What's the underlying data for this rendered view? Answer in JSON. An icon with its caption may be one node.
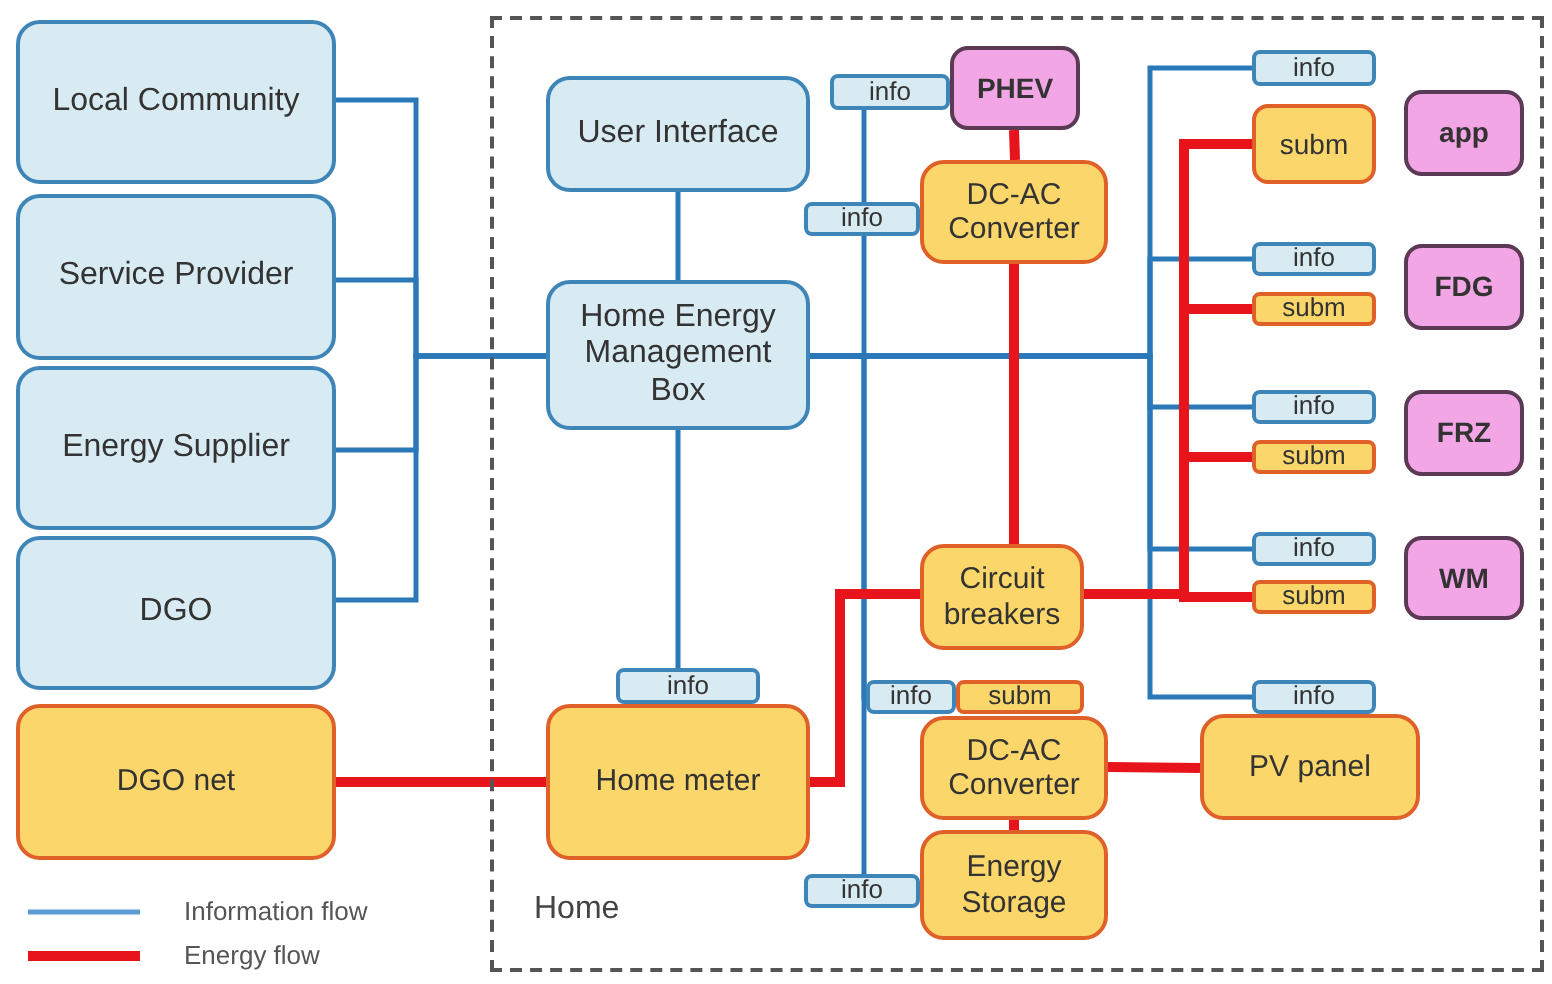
{
  "diagram": {
    "nodes": [
      {
        "text": [
          "Home"
        ]
      },
      {
        "text": [
          "Local Community"
        ]
      },
      {
        "text": [
          "Service Provider"
        ]
      },
      {
        "text": [
          "Energy Supplier"
        ]
      },
      {
        "text": [
          "DGO"
        ]
      },
      {
        "text": [
          "DGO net"
        ]
      },
      {
        "text": [
          "User Interface"
        ],
        "in": 0
      },
      {
        "text": [
          "Home Energy Management Box"
        ],
        "in": 0
      },
      {
        "text": [
          "info"
        ],
        "in": 0
      },
      {
        "text": [
          "Home meter"
        ],
        "in": 0
      },
      {
        "text": [
          "info"
        ],
        "in": 0
      },
      {
        "text": [
          "PHEV"
        ],
        "in": 0
      },
      {
        "text": [
          "info"
        ],
        "in": 0
      },
      {
        "text": [
          "DC-AC Converter"
        ],
        "in": 0
      },
      {
        "text": [
          "Circuit breakers"
        ],
        "in": 0
      },
      {
        "text": [
          "info"
        ],
        "in": 0
      },
      {
        "text": [
          "subm"
        ],
        "in": 0
      },
      {
        "text": [
          "DC-AC Converter"
        ],
        "in": 0
      },
      {
        "text": [
          "PV panel"
        ],
        "in": 0
      },
      {
        "text": [
          "info"
        ],
        "in": 0
      },
      {
        "text": [
          "Energy Storage"
        ],
        "in": 0
      },
      {
        "text": [
          "info"
        ],
        "in": 0
      },
      {
        "text": [
          "subm"
        ],
        "in": 0
      },
      {
        "text": [
          "app"
        ],
        "in": 0
      },
      {
        "text": [
          "info"
        ],
        "in": 0
      },
      {
        "text": [
          "subm"
        ],
        "in": 0
      },
      {
        "text": [
          "FDG"
        ],
        "in": 0
      },
      {
        "text": [
          "info"
        ],
        "in": 0
      },
      {
        "text": [
          "subm"
        ],
        "in": 0
      },
      {
        "text": [
          "FRZ"
        ],
        "in": 0
      },
      {
        "text": [
          "info"
        ],
        "in": 0
      },
      {
        "text": [
          "subm"
        ],
        "in": 0
      },
      {
        "text": [
          "WM"
        ],
        "in": 0
      },
      {
        "text": [
          "info"
        ],
        "in": 0
      }
    ],
    "edges": [
      {
        "from": 1,
        "to": 7,
        "arrow": "none"
      },
      {
        "from": 2,
        "to": 7,
        "arrow": "none"
      },
      {
        "from": 3,
        "to": 7,
        "arrow": "none"
      },
      {
        "from": 4,
        "to": 7,
        "arrow": "none"
      },
      {
        "from": 6,
        "to": 7,
        "arrow": "none"
      },
      {
        "from": 7,
        "to": 8,
        "arrow": "none"
      },
      {
        "from": 7,
        "to": 21,
        "arrow": "none"
      },
      {
        "from": 7,
        "to": 24,
        "arrow": "none"
      },
      {
        "from": 7,
        "to": 27,
        "arrow": "none"
      },
      {
        "from": 7,
        "to": 30,
        "arrow": "none"
      },
      {
        "from": 7,
        "to": 33,
        "arrow": "none"
      },
      {
        "from": 12,
        "to": 10,
        "arrow": "none"
      },
      {
        "from": 7,
        "to": 12,
        "arrow": "none"
      },
      {
        "from": 7,
        "to": 15,
        "arrow": "none"
      },
      {
        "from": 7,
        "to": 19,
        "arrow": "none"
      },
      {
        "from": 5,
        "to": 9,
        "arrow": "none",
        "style": "thick",
        "color": "#e8141c"
      },
      {
        "from": 9,
        "to": 14,
        "arrow": "none",
        "style": "thick",
        "color": "#e8141c"
      },
      {
        "from": 11,
        "to": 13,
        "arrow": "none",
        "style": "thick",
        "color": "#e8141c"
      },
      {
        "from": 13,
        "to": 14,
        "arrow": "none",
        "style": "thick",
        "color": "#e8141c"
      },
      {
        "from": 14,
        "to": 22,
        "arrow": "none",
        "style": "thick",
        "color": "#e8141c"
      },
      {
        "from": 14,
        "to": 25,
        "arrow": "none",
        "style": "thick",
        "color": "#e8141c"
      },
      {
        "from": 14,
        "to": 28,
        "arrow": "none",
        "style": "thick",
        "color": "#e8141c"
      },
      {
        "from": 14,
        "to": 31,
        "arrow": "none",
        "style": "thick",
        "color": "#e8141c"
      },
      {
        "from": 17,
        "to": 18,
        "arrow": "none",
        "style": "thick",
        "color": "#e8141c"
      },
      {
        "from": 17,
        "to": 20,
        "arrow": "none",
        "style": "thick",
        "color": "#e8141c"
      }
    ],
    "legend": [
      {
        "text": "Information flow"
      },
      {
        "text": "Energy flow"
      }
    ]
  }
}
